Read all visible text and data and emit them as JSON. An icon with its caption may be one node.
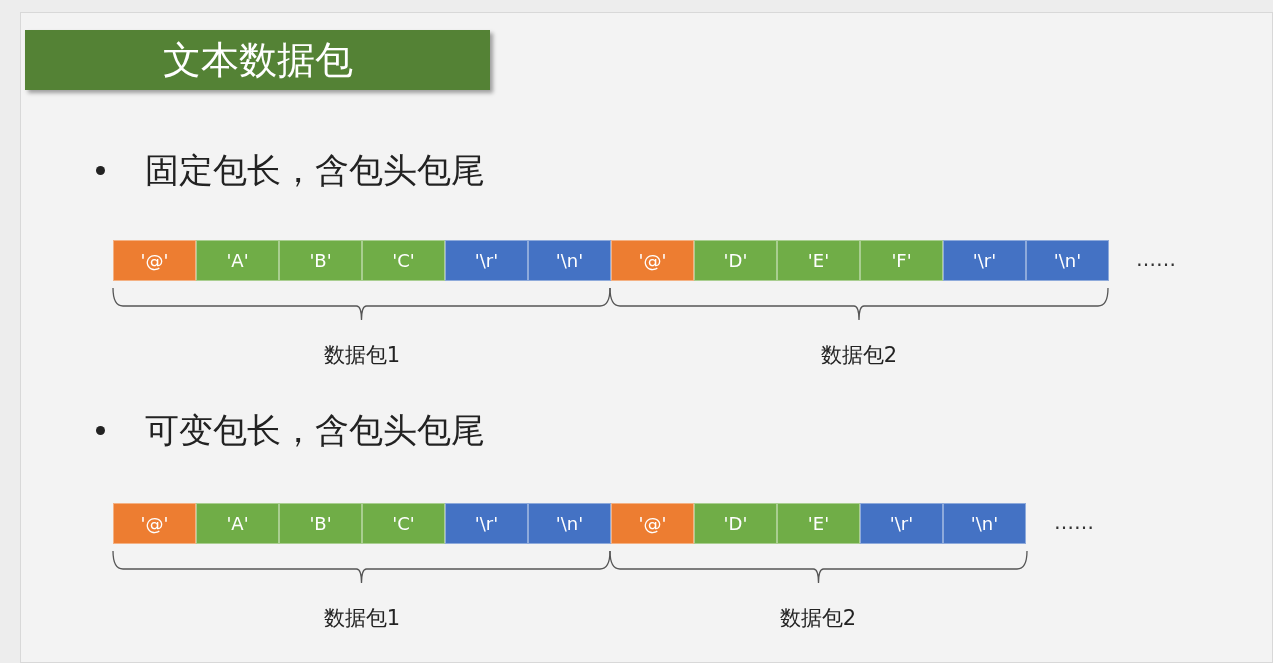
{
  "diagram": {
    "nodes": [
      {
        "text": [
          "文本数据包"
        ]
      },
      {
        "text": [
          "'@'"
        ]
      },
      {
        "text": [
          "'A'"
        ]
      },
      {
        "text": [
          "'B'"
        ]
      },
      {
        "text": [
          "'C'"
        ]
      },
      {
        "text": [
          "'\\r'"
        ]
      },
      {
        "text": [
          "'\\n'"
        ]
      },
      {
        "text": [
          "'@'"
        ]
      },
      {
        "text": [
          "'D'"
        ]
      },
      {
        "text": [
          "'E'"
        ]
      },
      {
        "text": [
          "'F'"
        ]
      },
      {
        "text": [
          "'\\r'"
        ]
      },
      {
        "text": [
          "'\\n'"
        ]
      },
      {
        "text": [
          "'@'"
        ]
      },
      {
        "text": [
          "'A'"
        ]
      },
      {
        "text": [
          "'B'"
        ]
      },
      {
        "text": [
          "'C'"
        ]
      },
      {
        "text": [
          "'\\r'"
        ]
      },
      {
        "text": [
          "'\\n'"
        ]
      },
      {
        "text": [
          "'@'"
        ]
      },
      {
        "text": [
          "'D'"
        ]
      },
      {
        "text": [
          "'E'"
        ]
      },
      {
        "text": [
          "'\\r'"
        ]
      },
      {
        "text": [
          "'\\n'"
        ]
      }
    ],
    "labels": [
      "固定包长，含包头包尾",
      "……",
      "数据包1",
      "数据包2",
      "可变包长，含包头包尾",
      "……",
      "数据包1",
      "数据包2"
    ]
  }
}
